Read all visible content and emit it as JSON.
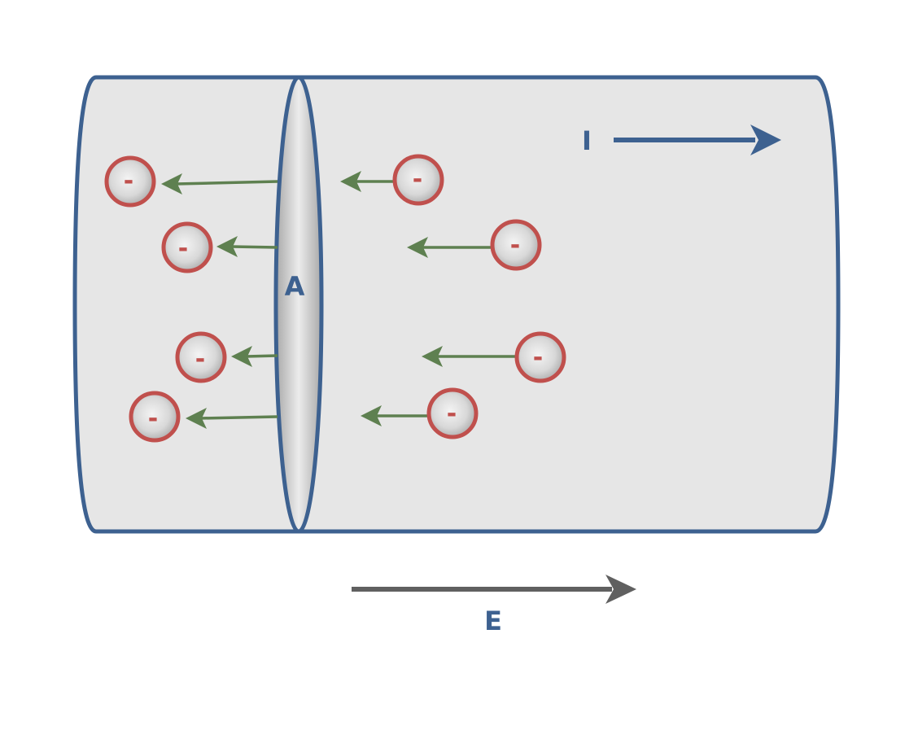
{
  "labels": {
    "current": "I",
    "field": "E",
    "area": "A"
  },
  "electron_charge_symbol": "-",
  "colors": {
    "conductor_stroke": "#3d6190",
    "conductor_fill": "#e6e6e6",
    "electron_stroke": "#c0504d",
    "electron_sign": "#c0504d",
    "velocity_arrow": "#5e8050",
    "current_arrow": "#3d6190",
    "field_arrow": "#606060",
    "label_text": "#3d6190"
  },
  "icons": {
    "electron": "electron-icon",
    "cross_section": "cross-section-disk"
  },
  "electron_count": 8
}
